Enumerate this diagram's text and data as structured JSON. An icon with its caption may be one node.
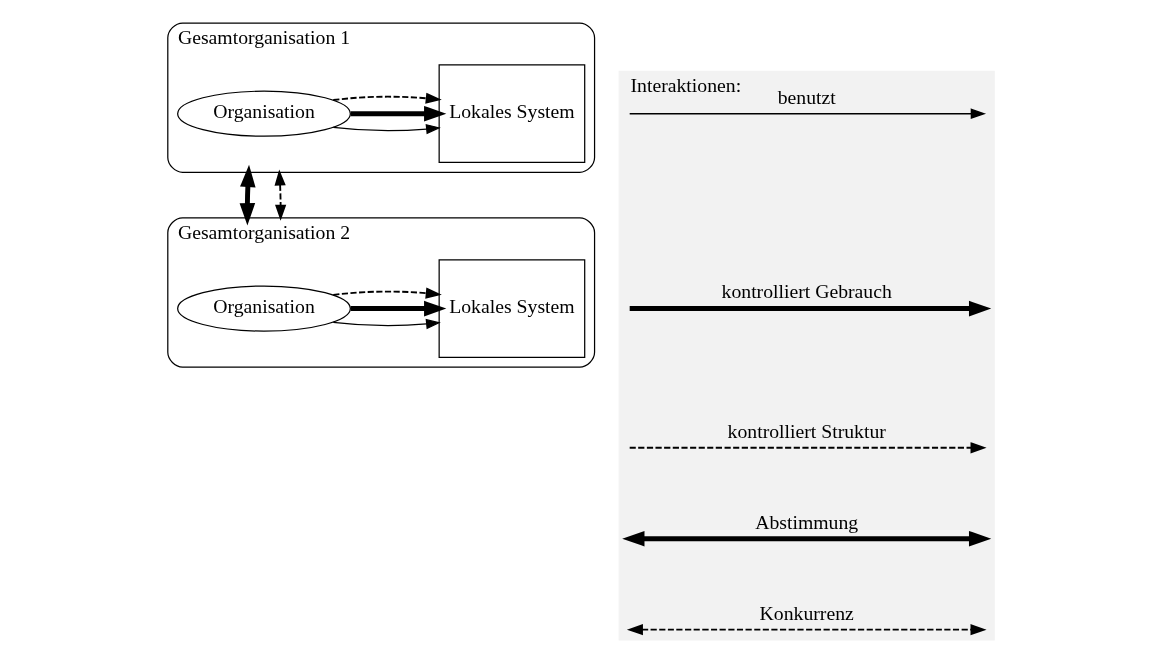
{
  "diagram": {
    "nodes": [
      {
        "text": [
          "Gesamtorganisation 1"
        ]
      },
      {
        "text": [
          "Organisation"
        ],
        "in": 0
      },
      {
        "text": [
          "Lokales System"
        ],
        "in": 0
      },
      {
        "text": [
          "Gesamtorganisation 2"
        ]
      },
      {
        "text": [
          "Organisation"
        ],
        "in": 3
      },
      {
        "text": [
          "Lokales System"
        ],
        "in": 3
      },
      {
        "text": [
          "Interaktionen:"
        ]
      }
    ],
    "edges": [
      {
        "from": 1,
        "to": 2,
        "arrow": "to"
      },
      {
        "from": 1,
        "to": 2,
        "arrow": "to",
        "style": "thick"
      },
      {
        "from": 1,
        "to": 2,
        "arrow": "to",
        "style": "dashed"
      },
      {
        "from": 0,
        "to": 3,
        "arrow": "both",
        "style": "thick"
      },
      {
        "from": 0,
        "to": 3,
        "arrow": "both",
        "style": "dashed"
      },
      {
        "from": 4,
        "to": 5,
        "arrow": "to"
      },
      {
        "from": 4,
        "to": 5,
        "arrow": "to",
        "style": "thick"
      },
      {
        "from": 4,
        "to": 5,
        "arrow": "to",
        "style": "dashed"
      }
    ],
    "legend": [
      {
        "text": "benutzt"
      },
      {
        "text": "kontrolliert Gebrauch"
      },
      {
        "text": "kontrolliert Struktur"
      },
      {
        "text": "Abstimmung"
      },
      {
        "text": "Konkurrenz"
      }
    ]
  }
}
